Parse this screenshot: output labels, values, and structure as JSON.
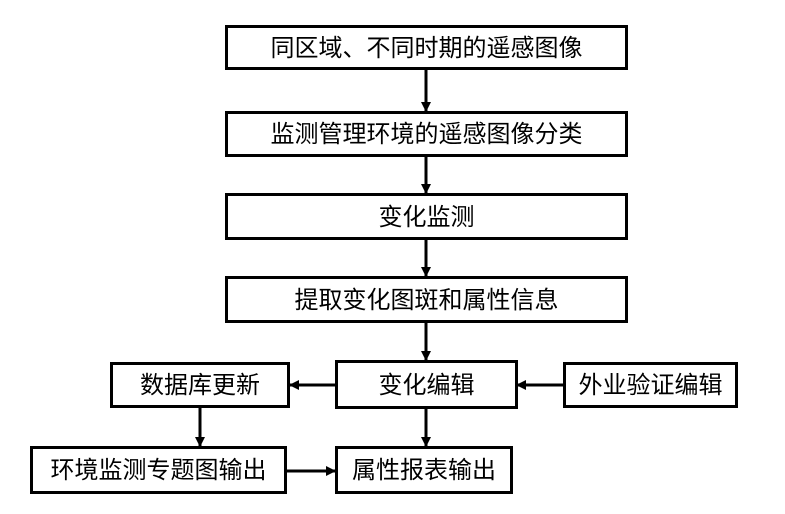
{
  "diagram": {
    "nodes": {
      "source_images": "同区域、不同时期的遥感图像",
      "classification": "监测管理环境的遥感图像分类",
      "change_detection": "变化监测",
      "extract_patches": "提取变化图斑和属性信息",
      "change_editing": "变化编辑",
      "database_update": "数据库更新",
      "field_verification": "外业验证编辑",
      "thematic_map_output": "环境监测专题图输出",
      "attribute_report_output": "属性报表输出"
    },
    "edges": [
      {
        "from": "source_images",
        "to": "classification"
      },
      {
        "from": "classification",
        "to": "change_detection"
      },
      {
        "from": "change_detection",
        "to": "extract_patches"
      },
      {
        "from": "extract_patches",
        "to": "change_editing"
      },
      {
        "from": "change_editing",
        "to": "database_update"
      },
      {
        "from": "field_verification",
        "to": "change_editing"
      },
      {
        "from": "database_update",
        "to": "thematic_map_output"
      },
      {
        "from": "change_editing",
        "to": "attribute_report_output"
      },
      {
        "from": "thematic_map_output",
        "to": "attribute_report_output"
      }
    ],
    "colors": {
      "line": "#000000",
      "box_fill": "#ffffff",
      "text": "#000000"
    }
  }
}
